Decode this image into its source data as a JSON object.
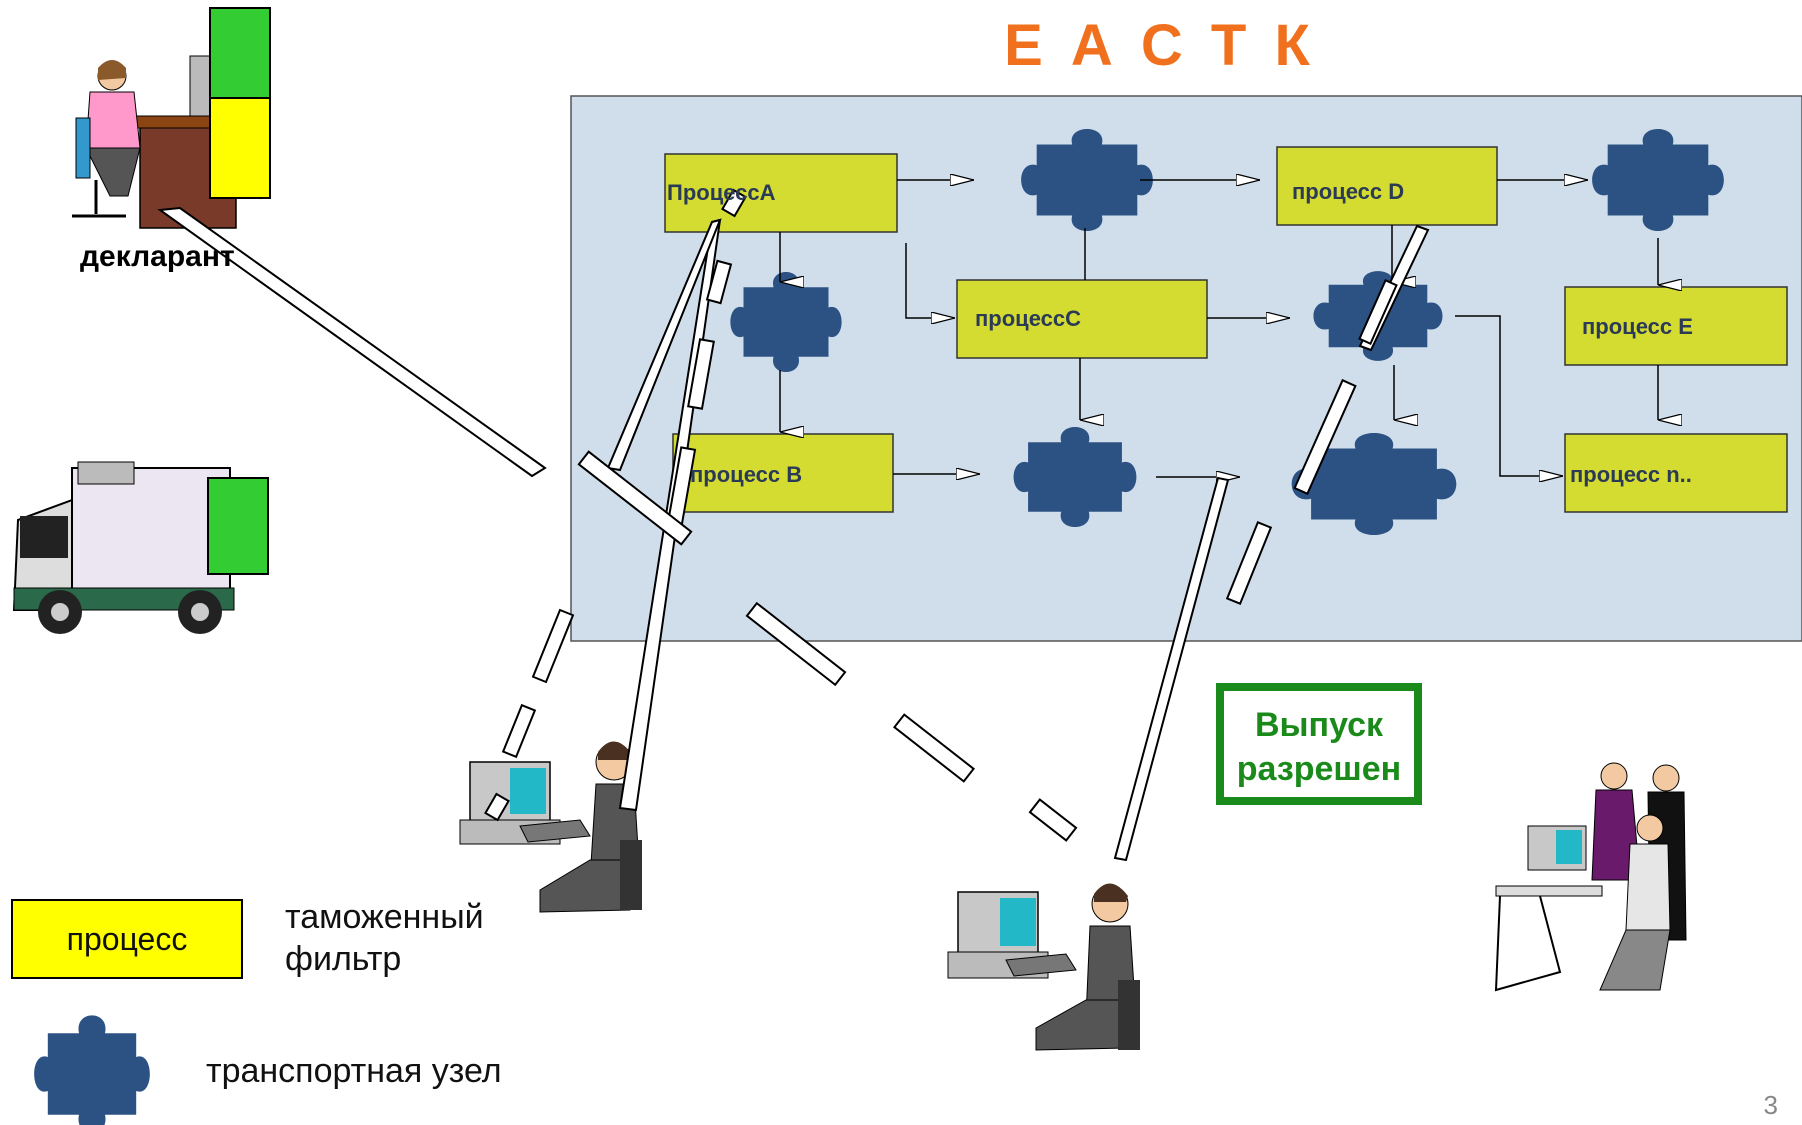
{
  "title": "Е А С Т К",
  "actors": {
    "declarant": "декларант"
  },
  "processes": {
    "a": "ПроцессА",
    "b": "процесс В",
    "c": "процессС",
    "d": "процесс D",
    "e": "процесс Е",
    "n": "процесс n.."
  },
  "release": {
    "line1": "Выпуск",
    "line2": "разрешен"
  },
  "legend": {
    "process": "процесс",
    "filter_line1": "таможенный",
    "filter_line2": "фильтр",
    "node": "транспортная узел"
  },
  "page_number": "3",
  "colors": {
    "title": "#f0701e",
    "panel": "#d0deec",
    "process_box": "#d4dc32",
    "legend_process": "#ffff00",
    "puzzle": "#2c5284",
    "release_border": "#1a8a1a",
    "doc_green": "#33cc33",
    "doc_yellow": "#ffff00"
  }
}
